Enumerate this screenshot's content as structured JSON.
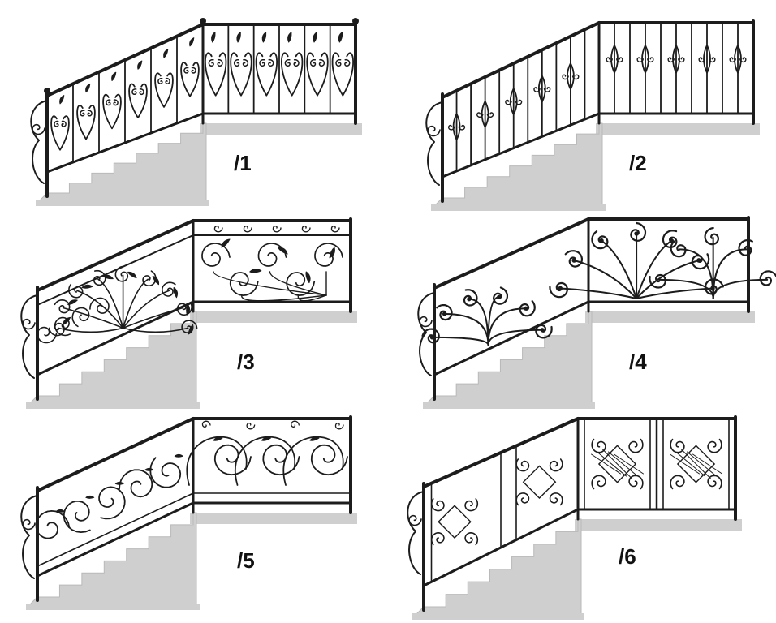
{
  "colors": {
    "iron": "#1c1c1c",
    "stair": "#cfcfcf",
    "stair_edge": "#b9b9b9",
    "background": "#ffffff"
  },
  "panels": [
    {
      "label": "/1",
      "pattern": "heart-scrolls"
    },
    {
      "label": "/2",
      "pattern": "twisted-balusters"
    },
    {
      "label": "/3",
      "pattern": "leafy-fan"
    },
    {
      "label": "/4",
      "pattern": "bold-fan"
    },
    {
      "label": "/5",
      "pattern": "swirl-waves"
    },
    {
      "label": "/6",
      "pattern": "lattice-medallions"
    }
  ]
}
